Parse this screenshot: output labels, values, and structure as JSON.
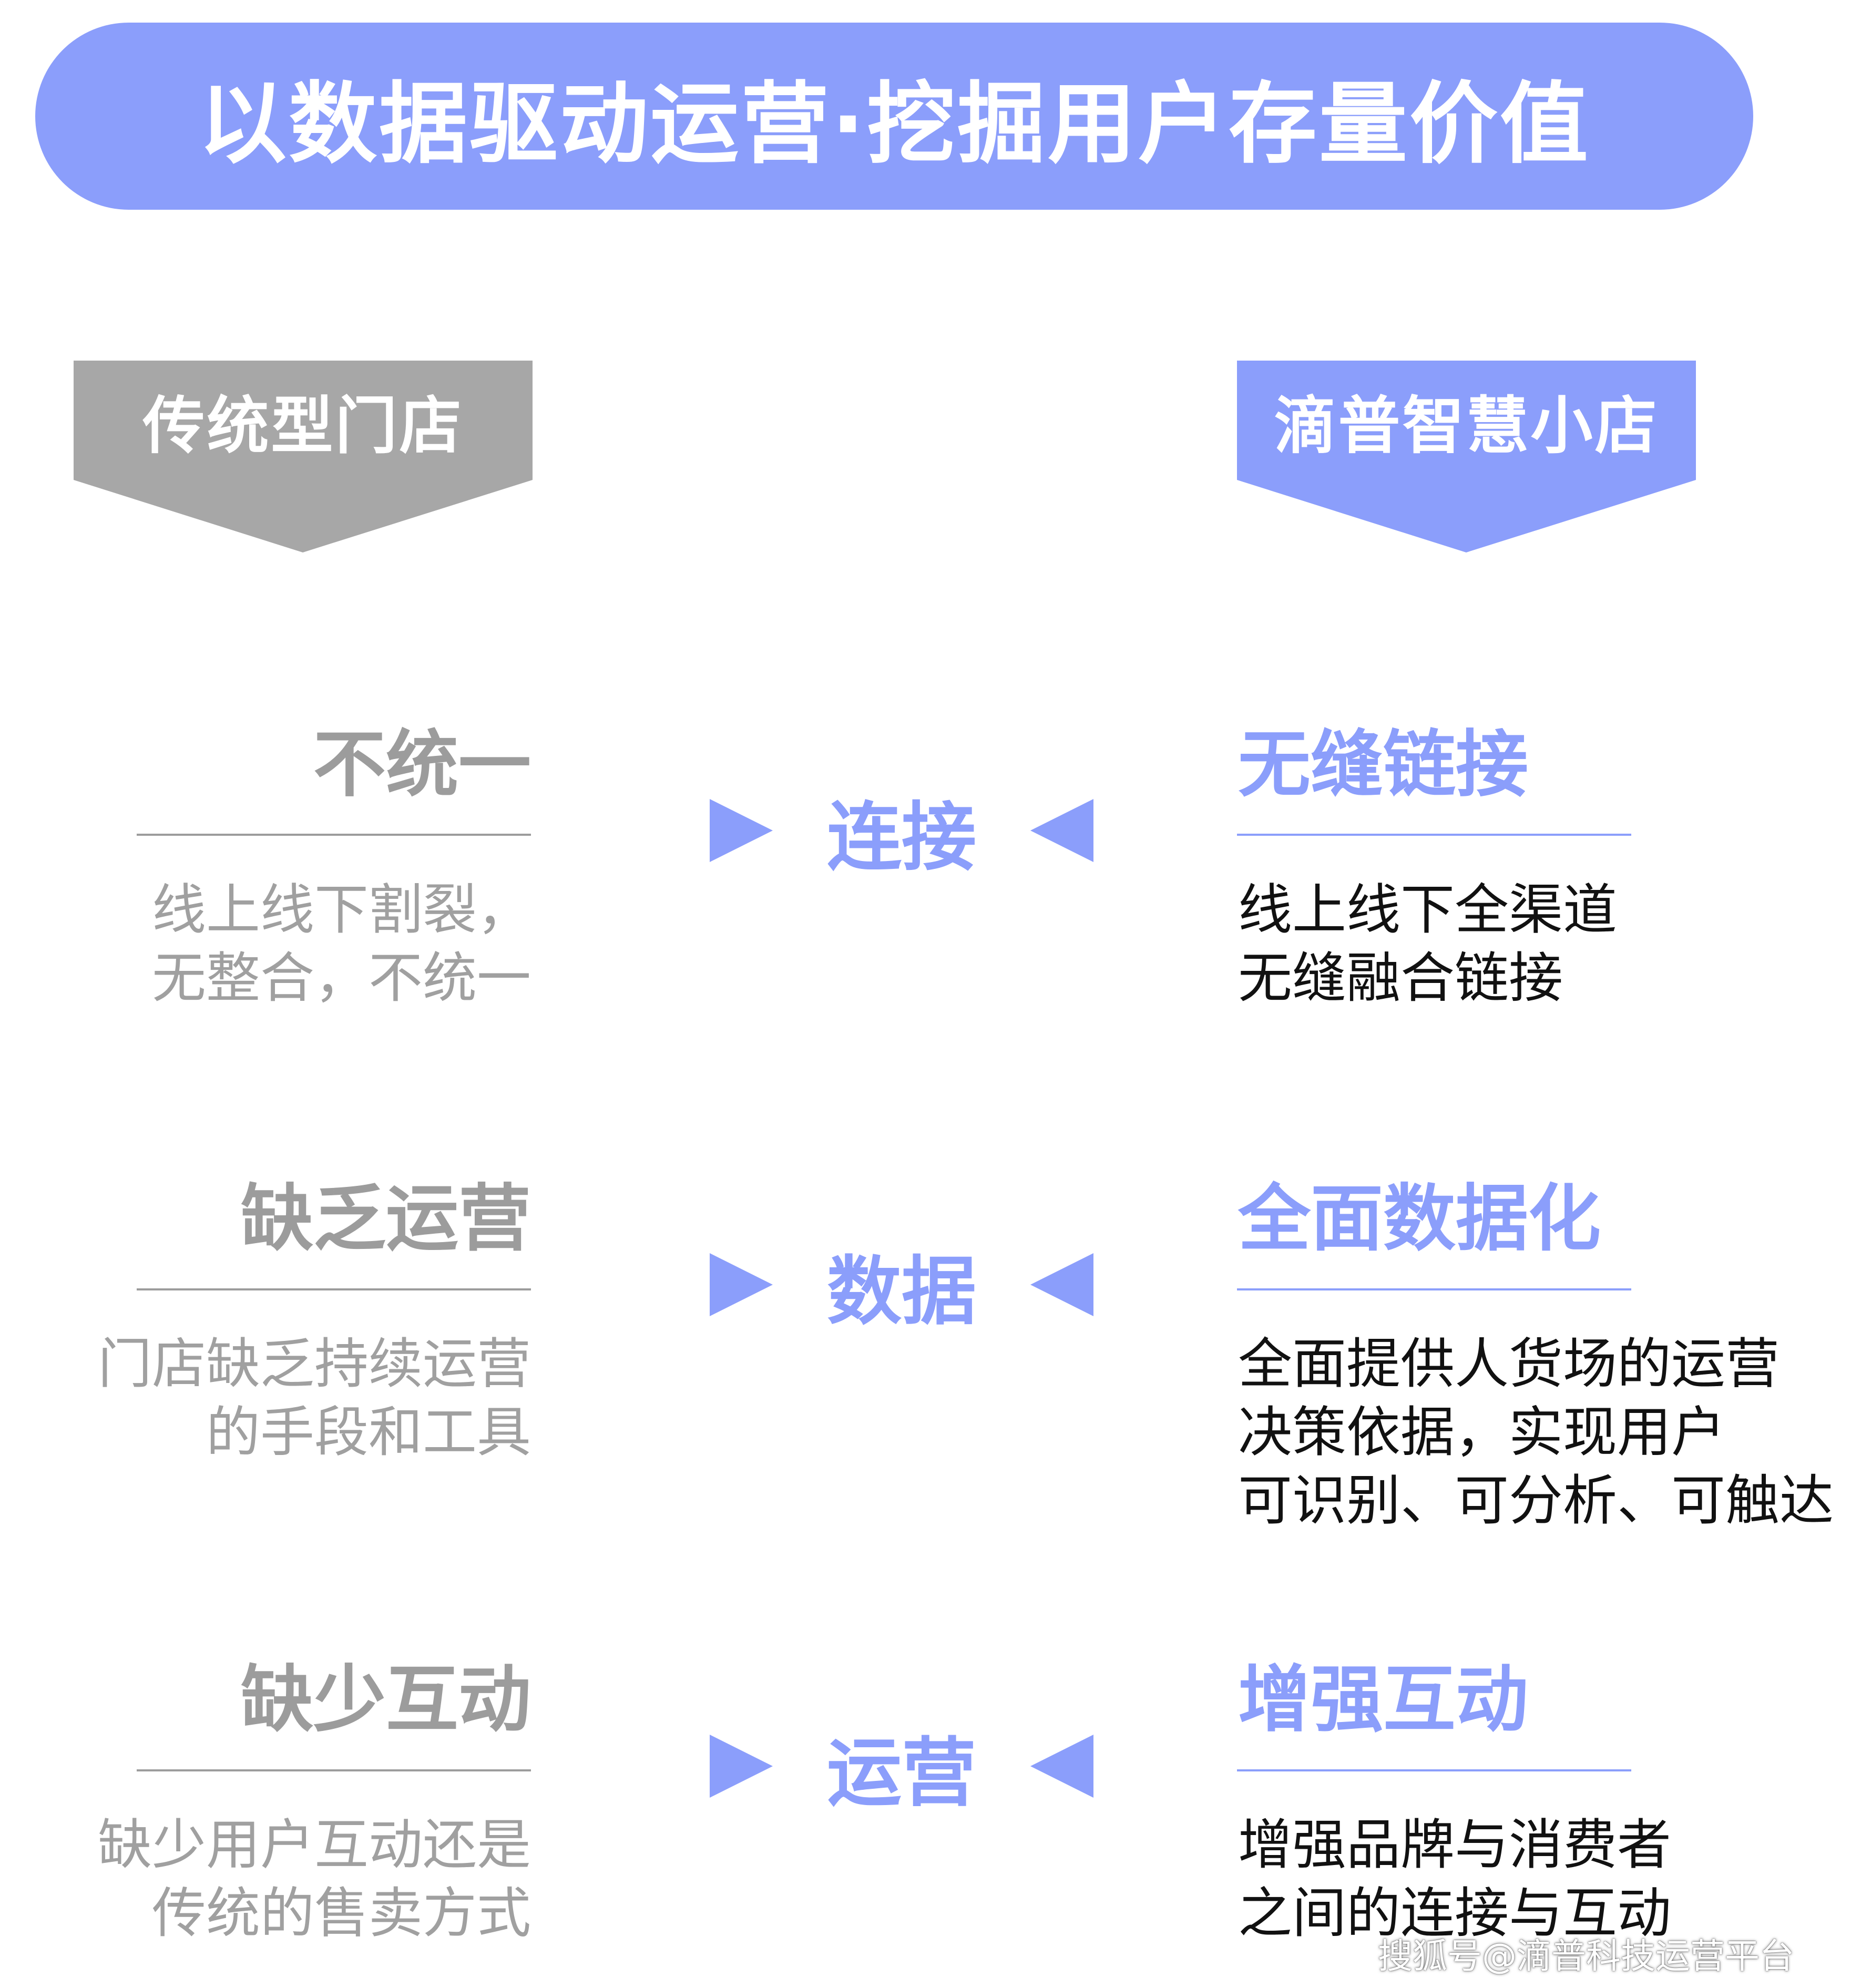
{
  "title": "以数据驱动运营·挖掘用户存量价值",
  "colors": {
    "accent": "#8b9efb",
    "gray": "#a0a0a0",
    "text": "#111111"
  },
  "left_banner": "传统型门店",
  "right_banner": "滴普智慧小店",
  "rows": [
    {
      "left_heading": "不统一",
      "left_desc": [
        "线上线下割裂，",
        "无整合，不统一"
      ],
      "middle": "连接",
      "right_heading": "无缝链接",
      "right_desc": [
        "线上线下全渠道",
        "无缝融合链接"
      ]
    },
    {
      "left_heading": "缺乏运营",
      "left_desc": [
        "门店缺乏持续运营",
        "的手段和工具"
      ],
      "middle": "数据",
      "right_heading": "全面数据化",
      "right_desc": [
        "全面提供人货场的运营",
        "决策依据，实现用户",
        "可识别、可分析、可触达"
      ]
    },
    {
      "left_heading": "缺少互动",
      "left_desc": [
        "缺少用户互动还是",
        "传统的售卖方式"
      ],
      "middle": "运营",
      "right_heading": "增强互动",
      "right_desc": [
        "增强品牌与消费者",
        "之间的连接与互动"
      ]
    }
  ],
  "watermark": "搜狐号@滴普科技运营平台"
}
